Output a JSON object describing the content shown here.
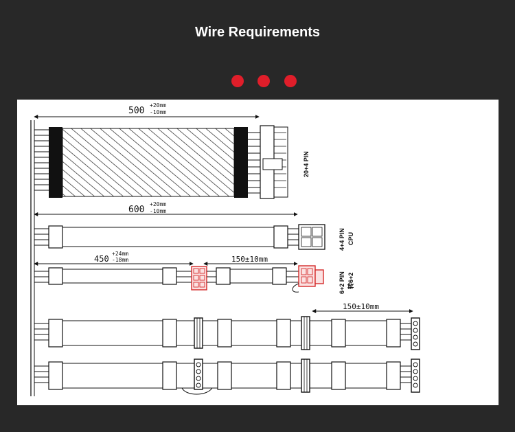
{
  "header": {
    "title": "Wire Requirements"
  },
  "colors": {
    "dot": "#e01e2a",
    "background": "#282828",
    "panel": "#ffffff",
    "connector_red": "#d42a2a"
  },
  "cables": {
    "atx": {
      "length_main": "500",
      "length_tol_plus": "+20mm",
      "length_tol_minus": "-10mm",
      "pin_label": "20+4 PIN"
    },
    "cpu": {
      "length_main": "600",
      "length_tol_plus": "+20mm",
      "length_tol_minus": "-10mm",
      "pin_label_1": "4+4 PIN",
      "pin_label_2": "CPU"
    },
    "pcie": {
      "length_main": "450",
      "length_tol_plus": "+24mm",
      "length_tol_minus": "-18mm",
      "segment_length": "150±10mm",
      "pin_label_1": "6+2 PIN",
      "pin_label_2": "转6+2"
    },
    "peripheral": {
      "segment_length": "150±10mm"
    }
  }
}
